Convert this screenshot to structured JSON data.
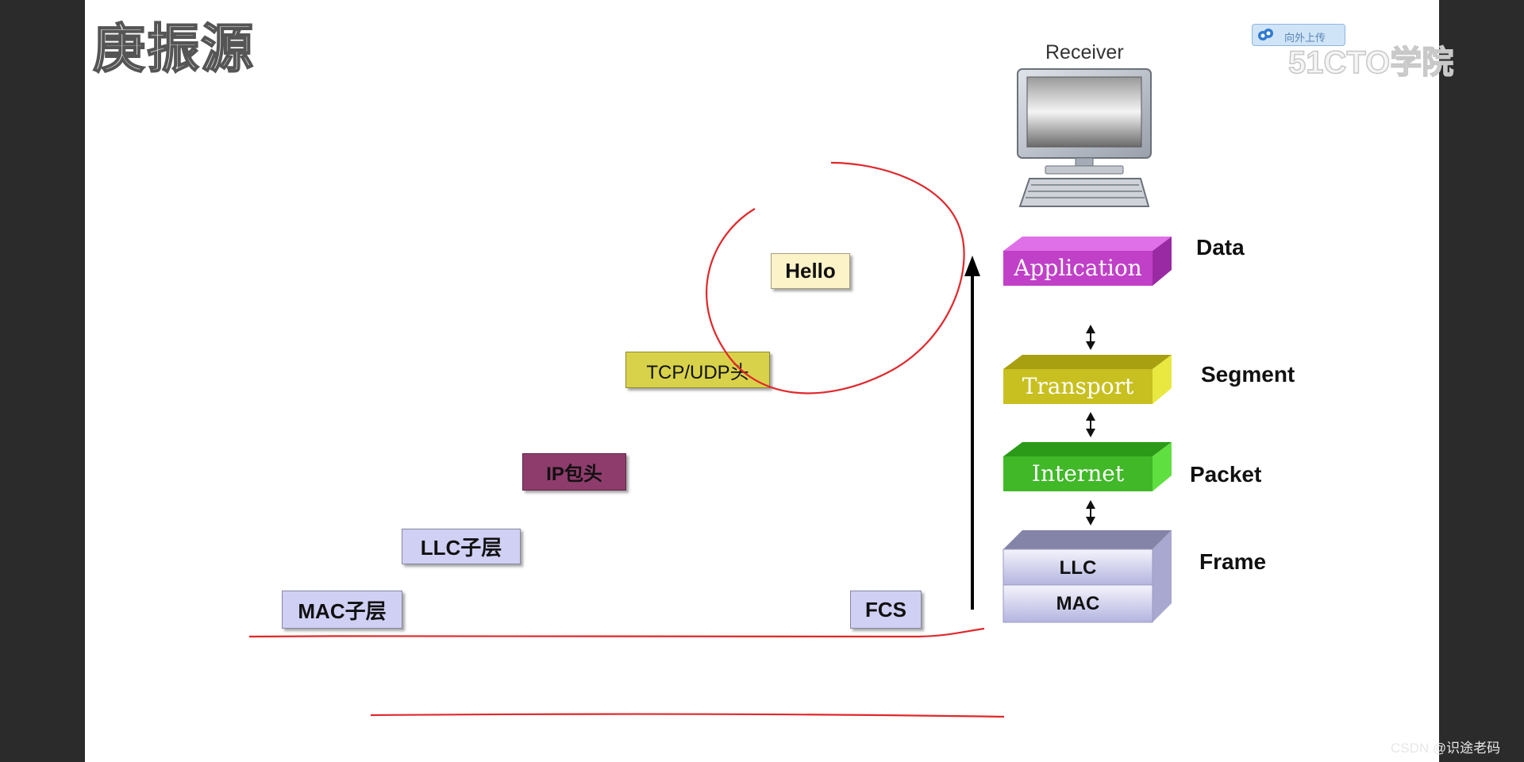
{
  "watermark_title": "庚振源",
  "brand": {
    "small_text": "向外上传",
    "main_text": "51CTO学院"
  },
  "receiver": {
    "label": "Receiver"
  },
  "encapsulation_boxes": {
    "hello": "Hello",
    "tcp_udp": "TCP/UDP头",
    "ip": "IP包头",
    "llc": "LLC子层",
    "mac": "MAC子层",
    "fcs": "FCS"
  },
  "layers": {
    "application": {
      "label": "Application",
      "pdu": "Data"
    },
    "transport": {
      "label": "Transport",
      "pdu": "Segment"
    },
    "internet": {
      "label": "Internet",
      "pdu": "Packet"
    },
    "datalink": {
      "llc": "LLC",
      "mac": "MAC",
      "pdu": "Frame"
    }
  },
  "colors": {
    "hello": "#fdf3c8",
    "tcp_udp": "#d8d24a",
    "ip": "#8e3c6c",
    "llc_mac_box": "#d0d0f5",
    "application": "#c040c8",
    "transport": "#c8c020",
    "internet": "#40b828",
    "annotation": "#e0282c"
  },
  "footer": "CSDN @识途老码"
}
